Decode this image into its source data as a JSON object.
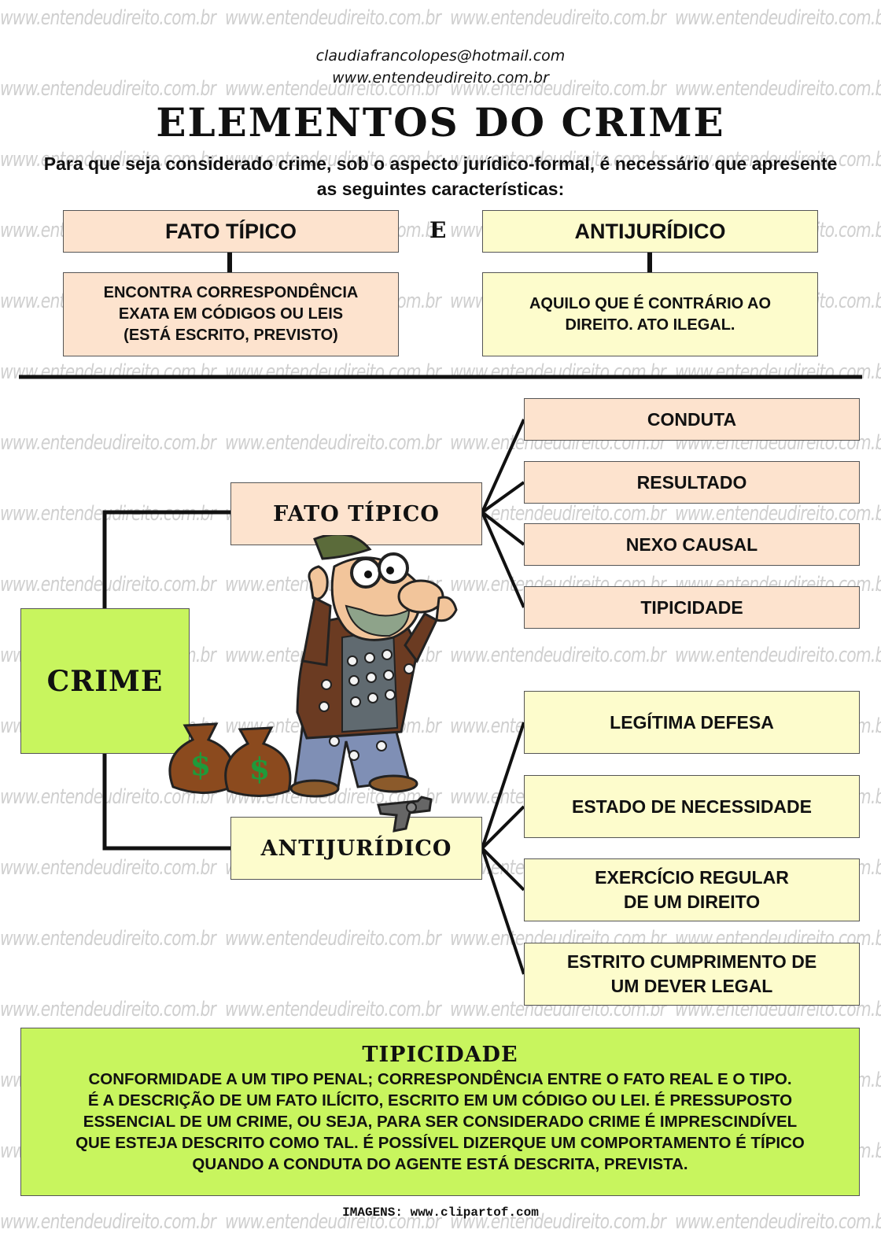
{
  "watermark": "www.entendeudireito.com.br",
  "credits": {
    "email": "claudiafrancolopes@hotmail.com",
    "site": "www.entendeudireito.com.br"
  },
  "title": "ELEMENTOS DO CRIME",
  "intro": "Para que seja considerado crime, sob o aspecto jurídico-formal, é necessário que apresente as seguintes características:",
  "top": {
    "left": {
      "heading": "FATO TÍPICO",
      "description_lines": [
        "ENCONTRA CORRESPONDÊNCIA",
        "EXATA EM CÓDIGOS OU LEIS",
        "(ESTÁ ESCRITO, PREVISTO)"
      ]
    },
    "connector": "E",
    "right": {
      "heading": "ANTIJURÍDICO",
      "description_lines": [
        "AQUILO QUE É CONTRÁRIO AO",
        "DIREITO. ATO ILEGAL."
      ]
    }
  },
  "diagram": {
    "root": "CRIME",
    "fato_tipico": {
      "label": "FATO TÍPICO",
      "items": [
        "CONDUTA",
        "RESULTADO",
        "NEXO CAUSAL",
        "TIPICIDADE"
      ]
    },
    "antijuridico": {
      "label": "ANTIJURÍDICO",
      "items": [
        [
          "LEGÍTIMA DEFESA"
        ],
        [
          "ESTADO DE NECESSIDADE"
        ],
        [
          "EXERCÍCIO REGULAR",
          "DE UM DIREITO"
        ],
        [
          "ESTRITO CUMPRIMENTO DE",
          "UM DEVER LEGAL"
        ]
      ]
    }
  },
  "tipicidade": {
    "title": "TIPICIDADE",
    "lines": [
      "CONFORMIDADE A UM TIPO PENAL; CORRESPONDÊNCIA ENTRE O FATO REAL E O TIPO.",
      "É A DESCRIÇÃO DE UM FATO ILÍCITO, ESCRITO EM UM CÓDIGO OU LEI. É PRESSUPOSTO",
      "ESSENCIAL DE UM CRIME, OU SEJA, PARA SER CONSIDERADO CRIME É IMPRESCINDÍVEL",
      "QUE ESTEJA DESCRITO COMO TAL. É POSSÍVEL DIZERQUE UM COMPORTAMENTO É TÍPICO",
      "QUANDO A CONDUTA DO AGENTE ESTÁ DESCRITA, PREVISTA."
    ]
  },
  "footer": "IMAGENS: www.clipartof.com",
  "colors": {
    "peach": "#fde3ce",
    "cream": "#fdfccc",
    "lime": "#c8f55e",
    "watermark": "#cfcfcf"
  },
  "illustration": {
    "icons": [
      "thief-cartoon",
      "money-bag-icon",
      "revolver-icon"
    ],
    "money_symbol": "$"
  }
}
